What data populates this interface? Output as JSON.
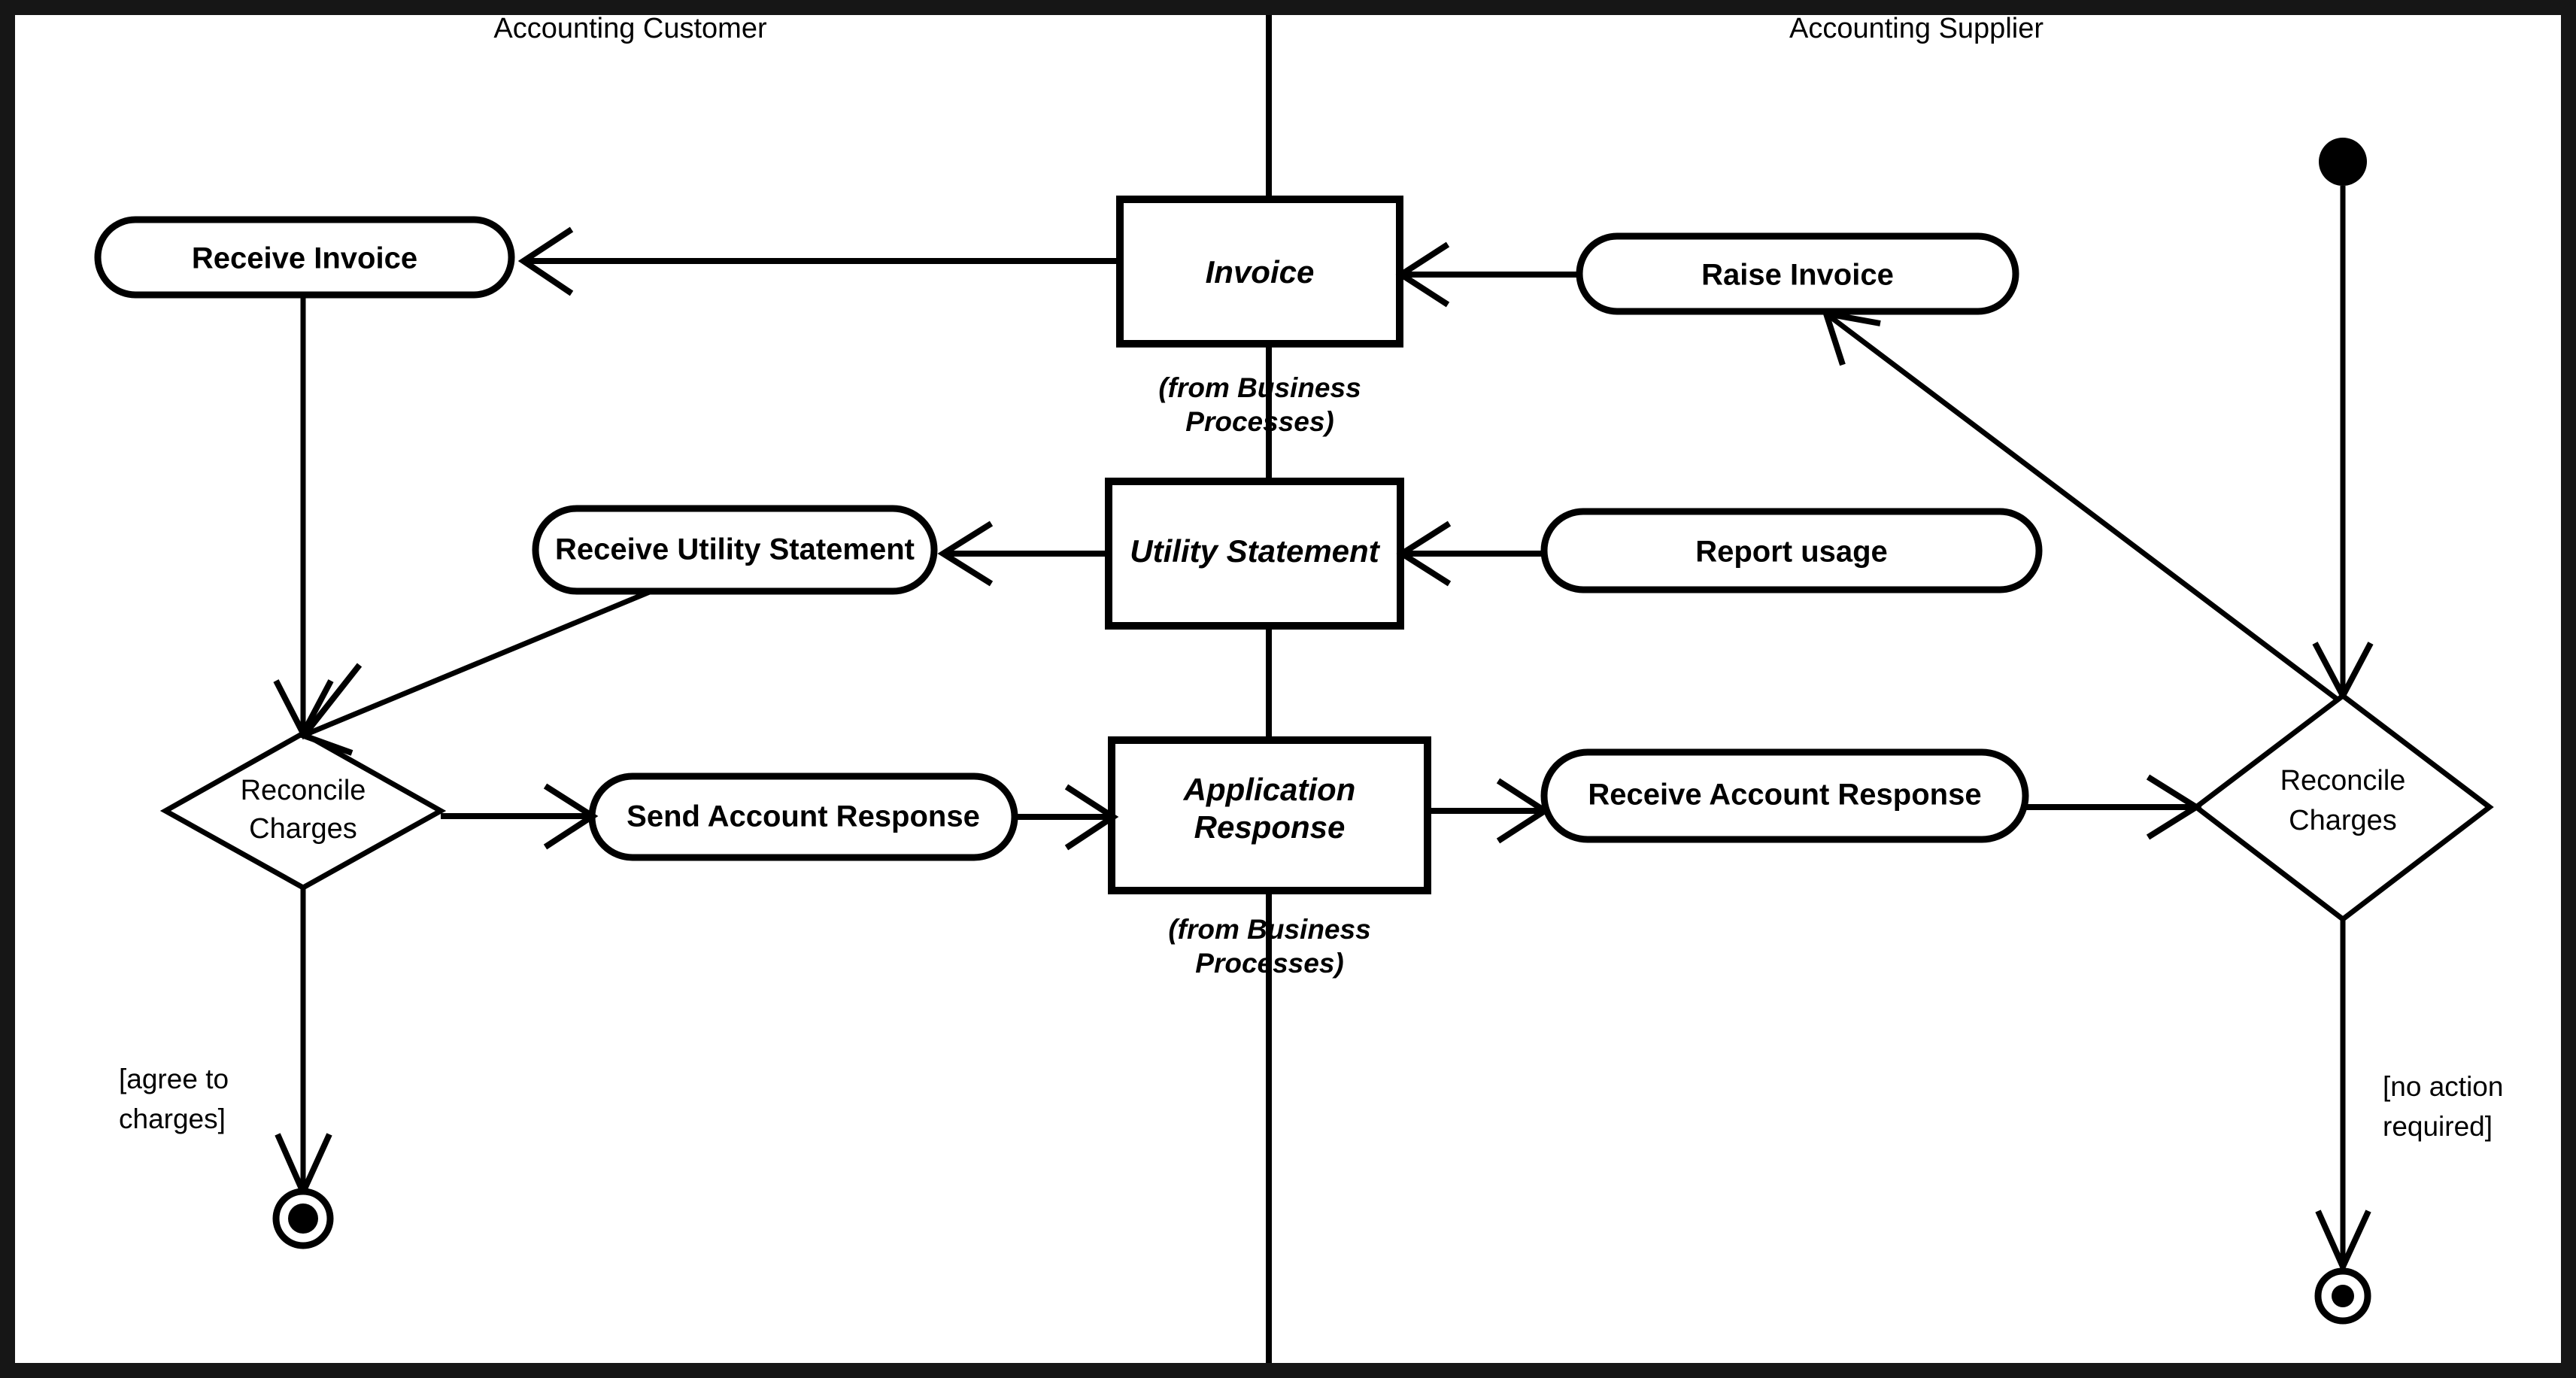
{
  "diagram": {
    "kind": "uml-activity-diagram",
    "frame": {
      "border_color": "#161616",
      "background": "#ffffff"
    },
    "line_color": "#000000"
  },
  "lanes": [
    {
      "id": "customer",
      "title": "Accounting Customer"
    },
    {
      "id": "supplier",
      "title": "Accounting Supplier"
    }
  ],
  "actions": {
    "receive_invoice": "Receive Invoice",
    "raise_invoice": "Raise Invoice",
    "receive_utility_statement": "Receive Utility Statement",
    "report_usage": "Report usage",
    "send_account_response": "Send Account Response",
    "receive_account_response": "Receive Account Response"
  },
  "objects": {
    "invoice": {
      "label": "Invoice",
      "sub_line1": "(from Business",
      "sub_line2": "Processes)"
    },
    "utility_statement": {
      "label": "Utility Statement",
      "sub_line1": "",
      "sub_line2": ""
    },
    "application_response": {
      "label_line1": "Application",
      "label_line2": "Response",
      "sub_line1": "(from Business",
      "sub_line2": "Processes)"
    }
  },
  "decisions": {
    "reconcile_left": {
      "line1": "Reconcile",
      "line2": "Charges"
    },
    "reconcile_right": {
      "line1": "Reconcile",
      "line2": "Charges"
    }
  },
  "guards": {
    "agree_to_charges": {
      "line1": "[agree to",
      "line2": "charges]"
    },
    "no_action_required": {
      "line1": "[no action",
      "line2": "required]"
    }
  },
  "control_nodes": {
    "initial": "initial-node",
    "final_left": "final-node",
    "final_right": "final-node"
  }
}
